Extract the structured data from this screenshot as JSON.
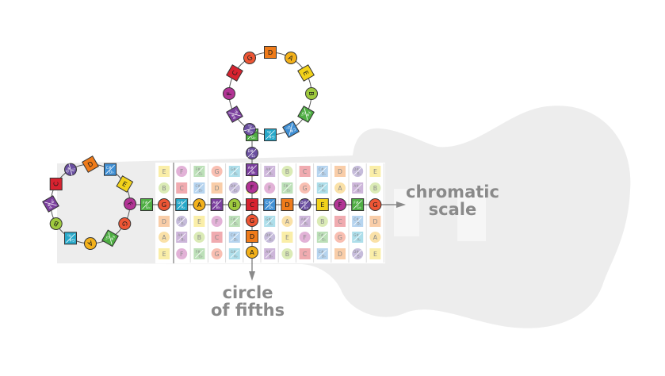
{
  "labels": {
    "chromatic_line1": "chromatic",
    "chromatic_line2": "scale",
    "fifths_line1": "circle",
    "fifths_line2": "of fifths"
  },
  "colors": {
    "C": "#d7222f",
    "CsDb": "#3f8fd4",
    "D": "#ef7b1a",
    "DsEb": "#6a4fa0",
    "E": "#f2d21a",
    "F": "#b23495",
    "FsGb": "#4fae43",
    "G": "#ee5635",
    "GsAb": "#27a8c9",
    "A": "#f3b11b",
    "AsBb": "#7b3f9e",
    "B": "#9fca3e",
    "guitar": "#ededed",
    "line": "#555555",
    "arrow": "#8a8a8a"
  },
  "notes": [
    {
      "id": "C",
      "name": "C",
      "shape": "square"
    },
    {
      "id": "CsDb",
      "name": "C#/D♭",
      "shape": "square",
      "sharp": "C#",
      "flat": "D♭"
    },
    {
      "id": "D",
      "name": "D",
      "shape": "square"
    },
    {
      "id": "DsEb",
      "name": "D#/E♭",
      "shape": "circle",
      "sharp": "D#",
      "flat": "E♭"
    },
    {
      "id": "E",
      "name": "E",
      "shape": "square"
    },
    {
      "id": "F",
      "name": "F",
      "shape": "circle"
    },
    {
      "id": "FsGb",
      "name": "F#/G♭",
      "shape": "square",
      "sharp": "F#",
      "flat": "G♭"
    },
    {
      "id": "G",
      "name": "G",
      "shape": "circle"
    },
    {
      "id": "GsAb",
      "name": "G#/A♭",
      "shape": "square",
      "sharp": "G#",
      "flat": "A♭"
    },
    {
      "id": "A",
      "name": "A",
      "shape": "circle"
    },
    {
      "id": "AsBb",
      "name": "A#/B♭",
      "shape": "square",
      "sharp": "A#",
      "flat": "B♭"
    },
    {
      "id": "B",
      "name": "B",
      "shape": "circle"
    }
  ],
  "fretboard": {
    "open_strings": [
      "E",
      "B",
      "G",
      "D",
      "A",
      "E"
    ],
    "chromatic_row": [
      "G",
      "GsAb",
      "A",
      "AsBb",
      "B",
      "C",
      "CsDb",
      "D",
      "DsEb",
      "E",
      "F",
      "FsGb",
      "G"
    ],
    "fifths_column": [
      "DsEb",
      "AsBb",
      "F",
      "C",
      "G",
      "D",
      "A"
    ]
  },
  "circles": {
    "top": [
      "D",
      "A",
      "E",
      "B",
      "FsGb",
      "CsDb",
      "GsAb",
      "DsEb",
      "AsBb",
      "F",
      "C",
      "G"
    ],
    "left": [
      "D",
      "CsDb",
      "E",
      "F",
      "G",
      "FsGb",
      "A",
      "GsAb",
      "B",
      "AsBb",
      "C",
      "DsEb"
    ]
  }
}
